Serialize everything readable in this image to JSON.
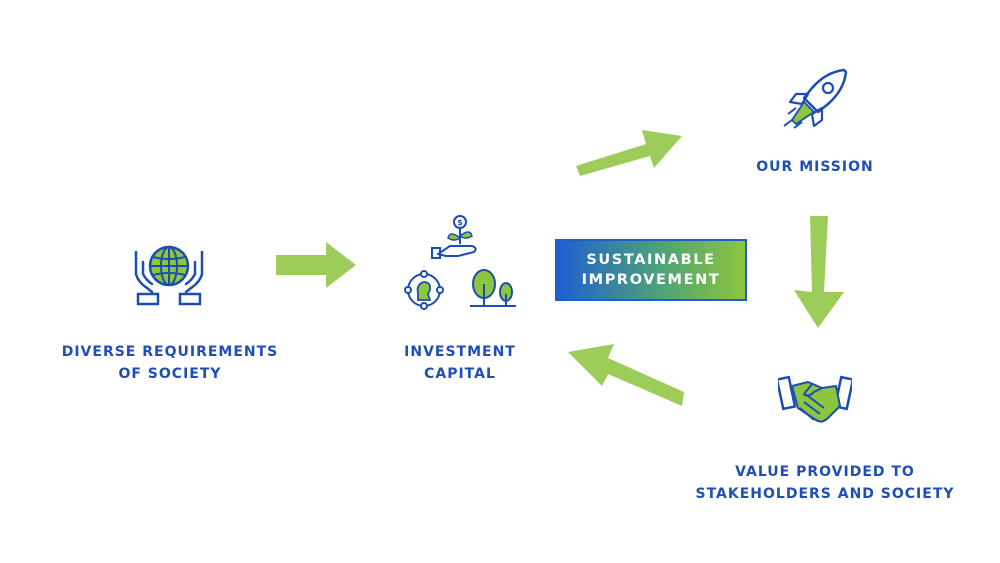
{
  "nodes": {
    "society": {
      "line1": "DIVERSE REQUIREMENTS",
      "line2": "OF SOCIETY",
      "icon": "hands-globe-icon"
    },
    "investment": {
      "line1": "INVESTMENT",
      "line2": "CAPITAL",
      "icon": "investment-growth-icon"
    },
    "mission": {
      "line1": "OUR MISSION",
      "icon": "rocket-icon"
    },
    "value": {
      "line1": "VALUE PROVIDED TO",
      "line2": "STAKEHOLDERS AND SOCIETY",
      "icon": "handshake-icon"
    }
  },
  "center": {
    "line1": "SUSTAINABLE",
    "line2": "IMPROVEMENT"
  },
  "colors": {
    "text_blue": "#1f4fb5",
    "icon_blue": "#1d4db0",
    "arrow_green": "#9ccd5a",
    "icon_green": "#8cc63f",
    "gradient_start": "#1f5fd3",
    "gradient_end": "#8cc63f"
  }
}
